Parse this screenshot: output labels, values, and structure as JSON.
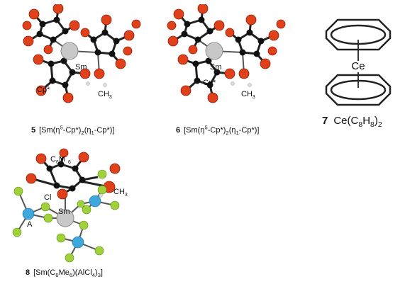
{
  "structures": [
    {
      "number": "5",
      "formula_parts": [
        "[Sm(η",
        "5",
        "-Cp*)",
        "2",
        "(η",
        "1",
        "-Cp*)]"
      ],
      "atom_labels": {
        "metal": "Sm",
        "ligand": "Cp*",
        "methyl": "CH",
        "methyl_sub": "3"
      }
    },
    {
      "number": "6",
      "formula_parts": [
        "[Sm(η",
        "5",
        "-Cp*)",
        "2",
        "(η",
        "1",
        "-Cp*)]"
      ],
      "atom_labels": {
        "metal": "Sm",
        "ligand": "Cp*",
        "methyl": "CH",
        "methyl_sub": "3"
      }
    },
    {
      "number": "7",
      "formula_parts": [
        "Ce(C",
        "8",
        "H",
        "8",
        ")",
        "2"
      ],
      "atom_labels": {
        "metal": "Ce"
      }
    },
    {
      "number": "8",
      "formula_parts": [
        "[Sm(C",
        "6",
        "Me",
        "6",
        ")(AlCl",
        "4",
        ")",
        "3",
        "]"
      ],
      "atom_labels": {
        "metal": "Sm",
        "arene": "C",
        "arene_sub1": "6",
        "arene_mid": "M",
        "arene_sub2": "6",
        "chloride": "Cl",
        "aluminium": "A",
        "methyl": "CH",
        "methyl_sub": "3"
      }
    }
  ],
  "colors": {
    "oxygen_red": "#e0411b",
    "carbon_black": "#111111",
    "samarium_grey": "#c8c8c8",
    "chlorine_green": "#9fd23a",
    "aluminium_blue": "#3ea7dc"
  }
}
